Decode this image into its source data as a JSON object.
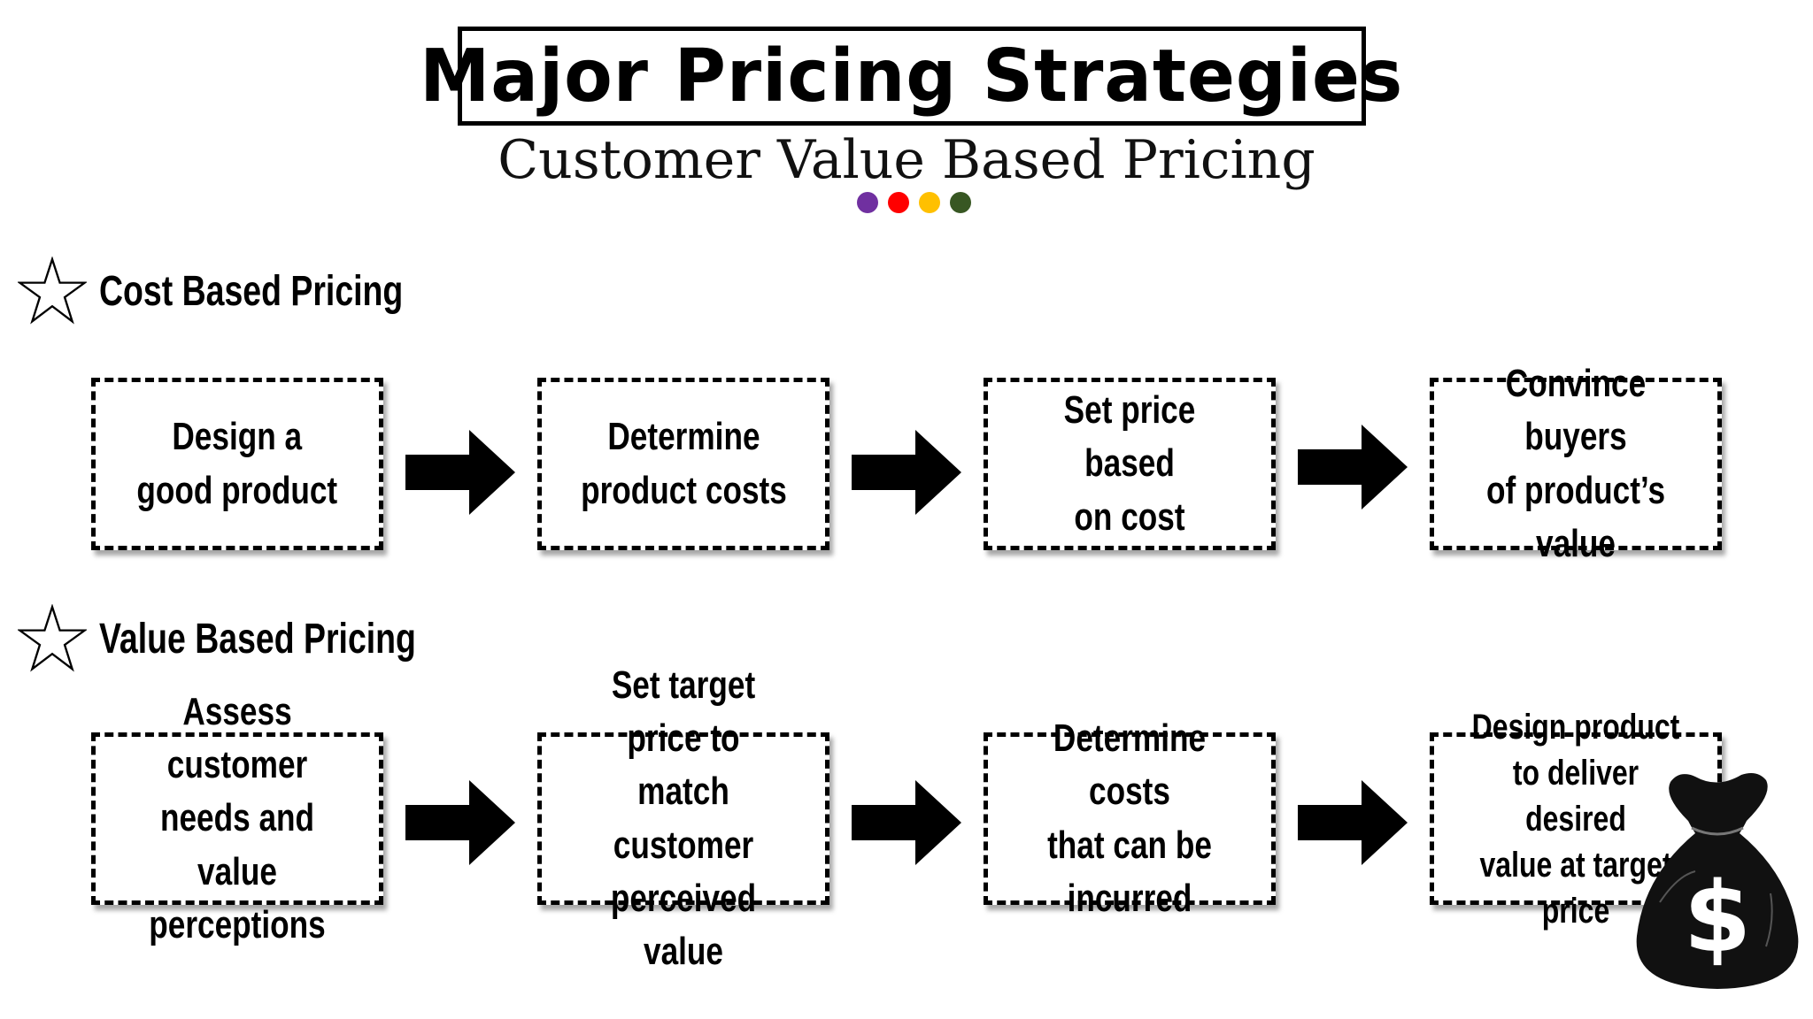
{
  "title": "Major Pricing Strategies",
  "subtitle": "Customer Value Based Pricing",
  "dot_colors": [
    "#7030a0",
    "#ff0000",
    "#ffc000",
    "#385723"
  ],
  "sections": [
    {
      "title": "Cost Based Pricing",
      "steps": [
        "Design a\ngood product",
        "Determine\nproduct costs",
        "Set price based\non cost",
        "Convince buyers\nof product’s\nvalue"
      ]
    },
    {
      "title": "Value Based Pricing",
      "steps": [
        "Assess customer\nneeds and value\nperceptions",
        "Set target price to\nmatch customer\nperceived value",
        "Determine costs\nthat can be\nincurred",
        "Design product\nto deliver desired\nvalue at target\nprice"
      ]
    }
  ],
  "icons": {
    "section_marker": "star-icon",
    "flow": "arrow-right-icon",
    "decoration": "money-bag-icon",
    "money_symbol": "$"
  }
}
